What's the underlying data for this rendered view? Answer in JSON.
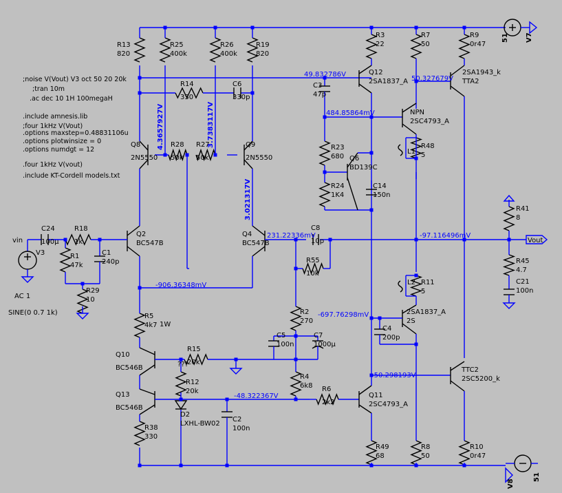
{
  "directives": [
    ";noise V(Vout) V3 oct 50 20 20k",
    ";tran 10m",
    ".ac dec 10 1H 100megaH",
    ".include amnesis.lib",
    ";four 1kHz V(Vout)",
    ".options maxstep=0.48831106u",
    ".options plotwinsize = 0",
    ".options numdgt = 12",
    ".four 1kHz V(vout)",
    ".include KT-Cordell models.txt"
  ],
  "voltages": {
    "v1": "4.3657927V",
    "v2": "3.7383117V",
    "v3": "3.021317V",
    "v4": "49.832786V",
    "v5": "50.327679V",
    "v6": "484.85864mV",
    "v7": "231.22336mV",
    "v8": "-97.116496mV",
    "v9": "-906.36348mV",
    "v10": "-697.76298mV",
    "v11": "-50.298193V",
    "v12": "-48.322367V"
  },
  "parts": {
    "r13": [
      "R13",
      "820"
    ],
    "r25": [
      "R25",
      "400k"
    ],
    "r26": [
      "R26",
      "400k"
    ],
    "r19": [
      "R19",
      "820"
    ],
    "r14": [
      "R14",
      "330"
    ],
    "c6": [
      "C6",
      "330p"
    ],
    "r28": [
      "R28",
      "50k"
    ],
    "r27": [
      "R27",
      "50k"
    ],
    "q8": [
      "Q8",
      "2N5550"
    ],
    "q9": [
      "Q9",
      "2N5550"
    ],
    "c24": [
      "C24",
      "100µ"
    ],
    "r18": [
      "R18",
      "1k"
    ],
    "r1": [
      "R1",
      "47k"
    ],
    "c1": [
      "C1",
      "240p"
    ],
    "r29": [
      "R29",
      "10"
    ],
    "v3": [
      "V3",
      ""
    ],
    "q2": [
      "Q2",
      "BC547B"
    ],
    "q4": [
      "Q4",
      "BC547B"
    ],
    "r5": [
      "R5",
      "4k7"
    ],
    "q10": [
      "Q10",
      "BC546B"
    ],
    "q13": [
      "Q13",
      "BC546B"
    ],
    "r15": [
      "R15",
      "20k"
    ],
    "r12": [
      "R12",
      "20k"
    ],
    "d2": [
      "D2",
      "LXHL-BW02"
    ],
    "r38": [
      "R38",
      "330"
    ],
    "c2": [
      "C2",
      "100n"
    ],
    "c5": [
      "C5",
      "100n"
    ],
    "c7": [
      "C7",
      "1000µ"
    ],
    "r2": [
      "R2",
      "270"
    ],
    "r4": [
      "R4",
      "6k8"
    ],
    "r6": [
      "R6",
      "2k2"
    ],
    "r55": [
      "R55",
      "10k"
    ],
    "c8": [
      "C8",
      "10p"
    ],
    "r3": [
      "R3",
      "22"
    ],
    "q12": [
      "Q12",
      "2SA1837_A"
    ],
    "c3": [
      "C3",
      "47p"
    ],
    "r23": [
      "R23",
      "680"
    ],
    "q6": [
      "Q6",
      "BD139C"
    ],
    "r24": [
      "R24",
      "1K4"
    ],
    "c14": [
      "C14",
      "150n"
    ],
    "q11": [
      "Q11",
      "2SC4793_A"
    ],
    "r49": [
      "R49",
      "68"
    ],
    "r7": [
      "R7",
      "50"
    ],
    "npn": [
      "NPN",
      "2SC4793_A"
    ],
    "r48": [
      "R48",
      "5"
    ],
    "l1": [
      "L1",
      ""
    ],
    "r11": [
      "R11",
      "5"
    ],
    "l2": [
      "L2",
      ""
    ],
    "pnp": [
      "2SA1837_A",
      "2S"
    ],
    "c4": [
      "C4",
      "200p"
    ],
    "r8": [
      "R8",
      "50"
    ],
    "r9": [
      "R9",
      "0r47"
    ],
    "q_tta": [
      "2SA1943_k",
      "TTA2"
    ],
    "ttc2": [
      "TTC2",
      "2SC5200_k"
    ],
    "r10": [
      "R10",
      "0r47"
    ],
    "r41": [
      "R41",
      "8"
    ],
    "r45": [
      "R45",
      "4.7"
    ],
    "c21": [
      "C21",
      "100n"
    ],
    "v7": [
      "V7",
      "51"
    ],
    "v8": [
      "V8",
      "51"
    ]
  },
  "labels": {
    "vin": "vin",
    "vout": "Vout",
    "ac": "AC 1",
    "sine": "SINE(0 0.7 1k)",
    "one_w": "1W",
    "qqq": "???"
  }
}
